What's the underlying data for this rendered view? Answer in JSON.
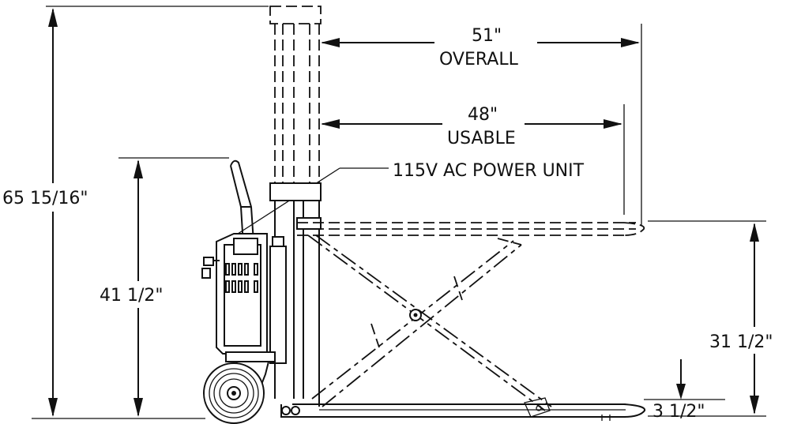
{
  "dimensions": {
    "overall_length": "51\"",
    "overall_caption": "OVERALL",
    "usable_length": "48\"",
    "usable_caption": "USABLE",
    "power_unit": "115V AC POWER UNIT",
    "max_height": "65 15/16\"",
    "handle_height": "41 1/2\"",
    "raised_fork_height": "31 1/2\"",
    "lowered_fork_height": "3 1/2\""
  },
  "colors": {
    "line": "#111111",
    "background": "#ffffff"
  }
}
